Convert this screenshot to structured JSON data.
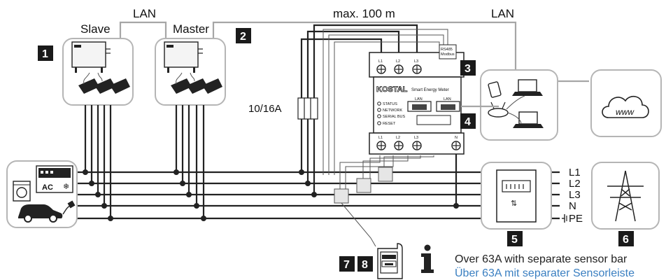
{
  "labels": {
    "lan_left": "LAN",
    "lan_right": "LAN",
    "distance": "max. 100 m",
    "slave": "Slave",
    "master": "Master",
    "fuse": "10/16A",
    "meter_brand": "KOSTAL",
    "meter_name": "Smart Energy Meter",
    "meter_status": "STATUS",
    "meter_network": "NETWORK",
    "meter_serial": "SERIAL BUS",
    "meter_reset": "RESET",
    "meter_lan1": "LAN",
    "meter_lan2": "LAN",
    "meter_rs485": "RS485",
    "meter_modbus": "Modbus",
    "term_top_l1": "L1",
    "term_top_l2": "L2",
    "term_top_l3": "L3",
    "term_bot_l1": "L1",
    "term_bot_l2": "L2",
    "term_bot_l3": "L3",
    "term_bot_n": "N",
    "cloud": "www",
    "ac_label": "AC",
    "line_l1": "L1",
    "line_l2": "L2",
    "line_l3": "L3",
    "line_n": "N",
    "line_pe": "PE",
    "note_en": "Over 63A with separate sensor bar",
    "note_de": "Über 63A mit separater Sensorleiste"
  },
  "badges": [
    "1",
    "2",
    "3",
    "4",
    "5",
    "6",
    "7",
    "8"
  ],
  "colors": {
    "badge": "#1a1a1a",
    "wire": "#222222",
    "lan": "#a6a6a6",
    "box_border": "#b5b5b5",
    "note_de": "#3a7fc1"
  },
  "icons": [
    "inverter-icon",
    "battery-icon",
    "energy-meter-icon",
    "router-icon",
    "laptop-icon",
    "tablet-icon",
    "cloud-icon",
    "washing-machine-icon",
    "air-conditioner-icon",
    "electric-car-icon",
    "plug-icon",
    "utility-meter-icon",
    "power-pylon-icon",
    "manual-icon",
    "info-icon",
    "ground-icon",
    "current-sensor-icon"
  ]
}
